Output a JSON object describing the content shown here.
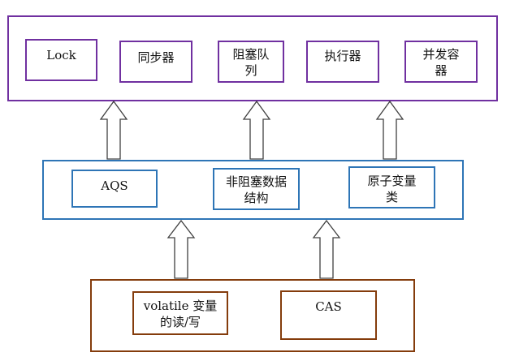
{
  "colors": {
    "top_border": "#7030a0",
    "mid_border": "#2e75b6",
    "bottom_border": "#843c0c",
    "arrow_stroke": "#404040"
  },
  "top_layer": {
    "items": [
      {
        "label": "Lock"
      },
      {
        "label": "同步器"
      },
      {
        "label": "阻塞队列"
      },
      {
        "label": "执行器"
      },
      {
        "label": "并发容器"
      }
    ]
  },
  "middle_layer": {
    "items": [
      {
        "label": "AQS"
      },
      {
        "label": "非阻塞数据结构"
      },
      {
        "label": "原子变量类"
      }
    ]
  },
  "bottom_layer": {
    "items": [
      {
        "label": "volatile 变量的读/写"
      },
      {
        "label": "CAS"
      }
    ]
  }
}
